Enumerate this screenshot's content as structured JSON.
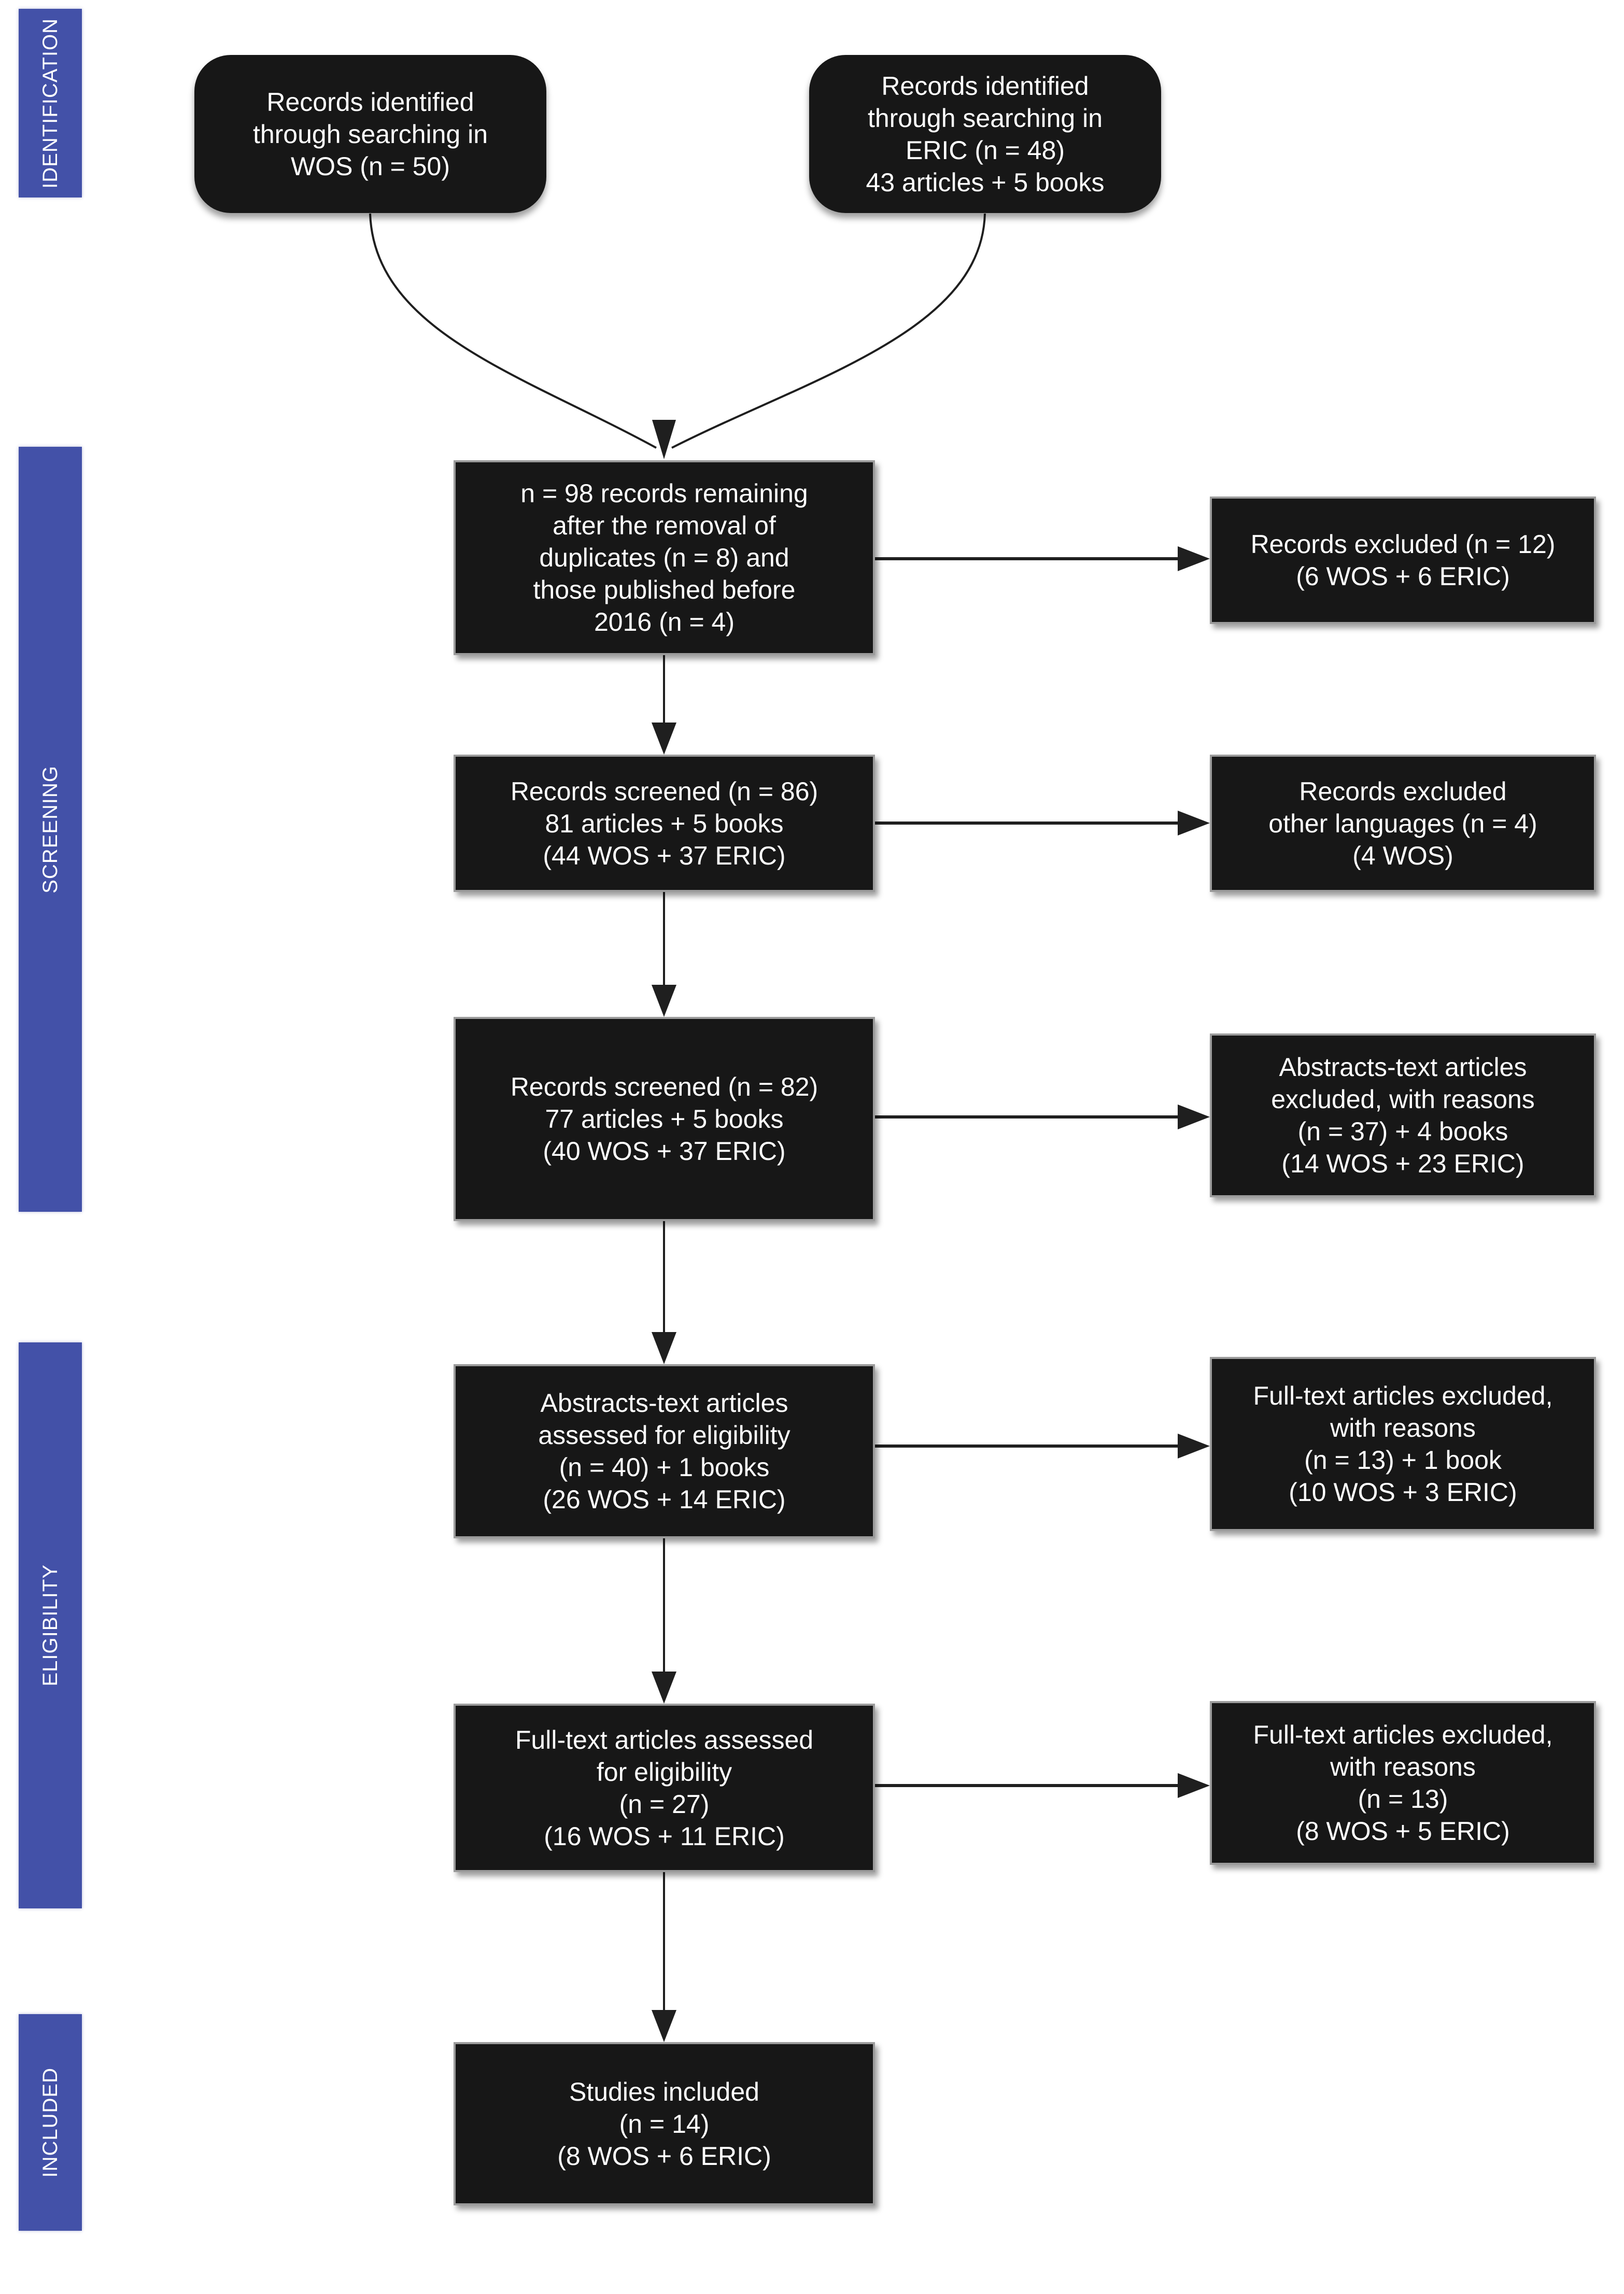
{
  "colors": {
    "background": "#ffffff",
    "sidebar_blue": "#4351a8",
    "box_black": "#171717",
    "box_text": "#ffffff",
    "box_border_gray": "#9b9b9b",
    "arrow_black": "#1f1f1f"
  },
  "sidebar": {
    "sections": [
      {
        "label": "IDENTIFICATION"
      },
      {
        "label": "SCREENING"
      },
      {
        "label": "ELIGIBILITY"
      },
      {
        "label": "INCLUDED"
      }
    ]
  },
  "boxes": {
    "top": [
      {
        "id": "wos-source",
        "lines": [
          "Records identified",
          "through searching in",
          "WOS (n = 50)"
        ]
      },
      {
        "id": "eric-source",
        "lines": [
          "Records identified",
          "through searching in",
          "ERIC (n = 48)",
          "43 articles + 5 books"
        ]
      }
    ],
    "main": [
      {
        "id": "after-duplicates",
        "lines": [
          "n = 98 records remaining",
          "after the removal of",
          "duplicates (n = 8) and",
          "those published before",
          "2016 (n = 4)"
        ]
      },
      {
        "id": "records-screened-86",
        "lines": [
          "Records screened (n = 86)",
          "81 articles + 5 books",
          "(44 WOS + 37 ERIC)"
        ]
      },
      {
        "id": "records-screened-82",
        "lines": [
          "Records screened (n = 82)",
          "77 articles + 5 books",
          "(40 WOS + 37 ERIC)"
        ]
      },
      {
        "id": "abstracts-assessed",
        "lines": [
          "Abstracts-text articles",
          "assessed for eligibility",
          "(n = 40) + 1 books",
          "(26 WOS + 14 ERIC)"
        ]
      },
      {
        "id": "fulltext-assessed",
        "lines": [
          "Full-text articles assessed",
          "for eligibility",
          "(n = 27)",
          "(16 WOS + 11 ERIC)"
        ]
      },
      {
        "id": "studies-included",
        "lines": [
          "Studies included",
          "(n = 14)",
          "(8 WOS + 6 ERIC)"
        ]
      }
    ],
    "excluded": [
      {
        "id": "records-excluded-12",
        "lines": [
          "Records excluded (n = 12)",
          "(6 WOS + 6 ERIC)"
        ]
      },
      {
        "id": "records-excluded-languages",
        "lines": [
          "Records excluded",
          "other languages (n = 4)",
          "(4 WOS)"
        ]
      },
      {
        "id": "abstracts-excluded",
        "lines": [
          "Abstracts-text articles",
          "excluded, with reasons",
          "(n = 37) + 4 books",
          "(14 WOS + 23 ERIC)"
        ]
      },
      {
        "id": "fulltext-excluded-plus-book",
        "lines": [
          "Full-text articles excluded,",
          "with reasons",
          "(n = 13) + 1 book",
          "(10 WOS + 3 ERIC)"
        ]
      },
      {
        "id": "fulltext-excluded",
        "lines": [
          "Full-text articles excluded,",
          "with reasons",
          "(n = 13)",
          "(8 WOS + 5 ERIC)"
        ]
      }
    ]
  }
}
